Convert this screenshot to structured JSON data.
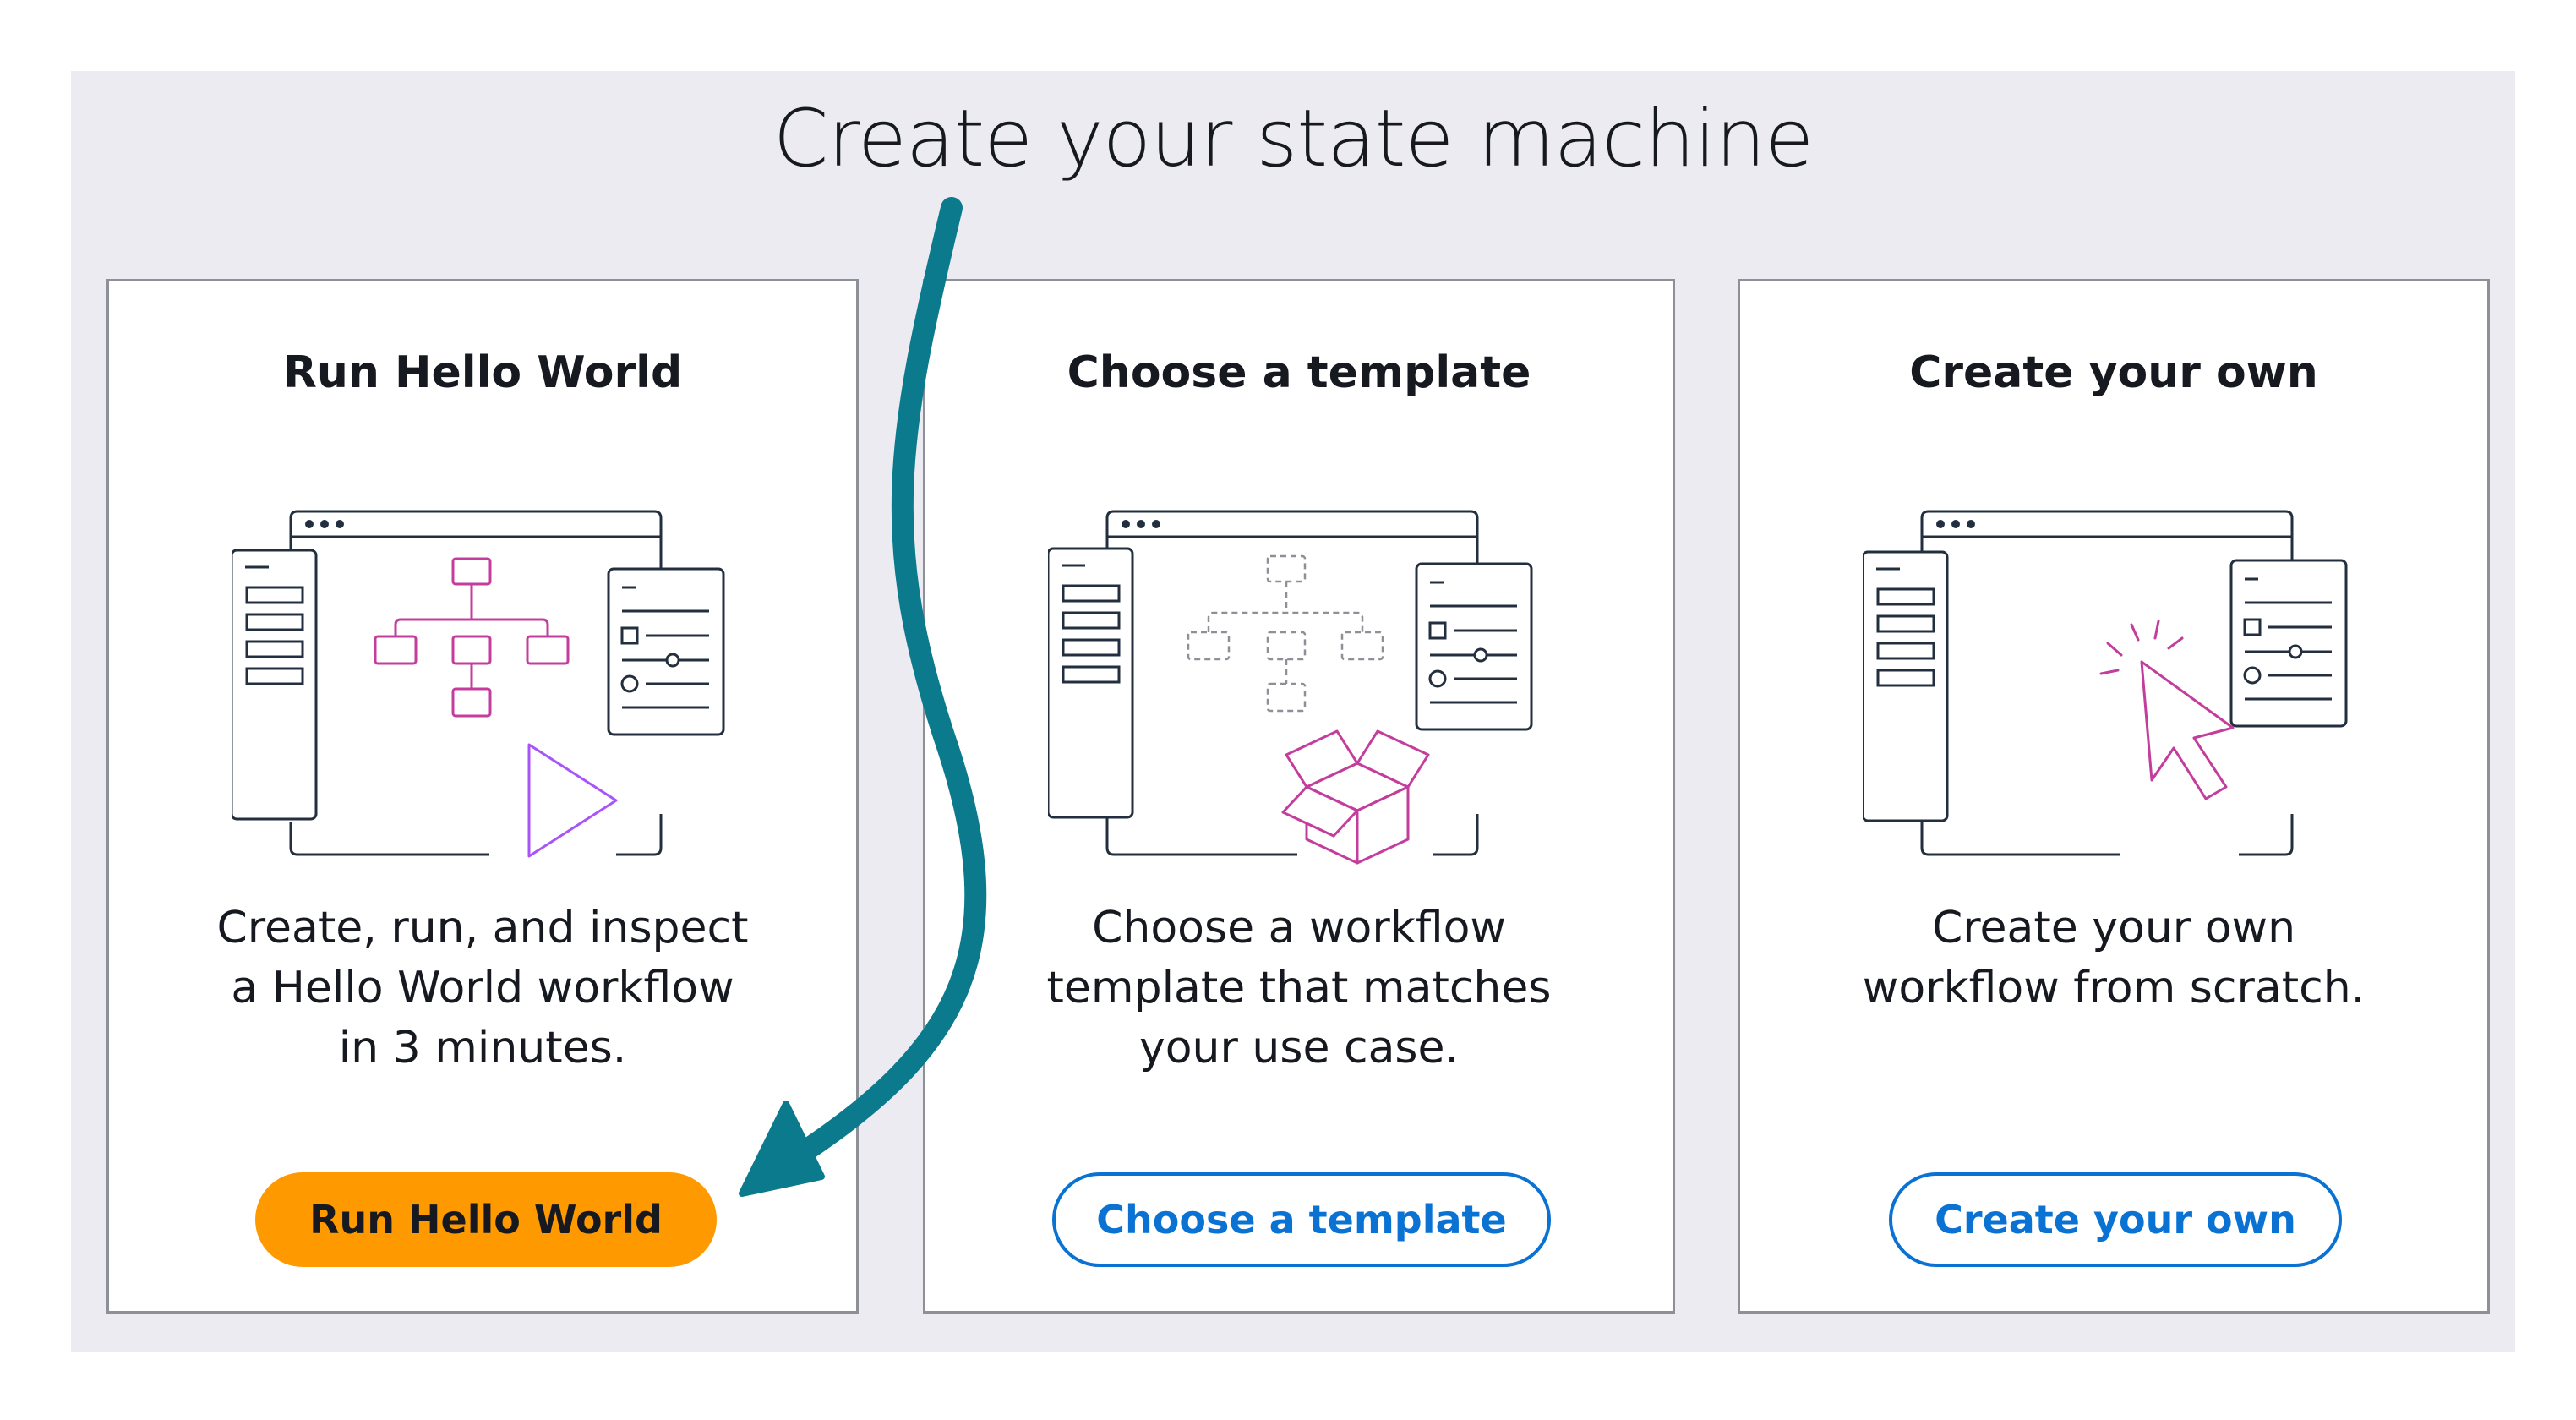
{
  "page_title": "Create your state machine",
  "cards": [
    {
      "title": "Run Hello World",
      "description": [
        "Create, run, and inspect",
        "a Hello World workflow",
        "in 3 minutes."
      ],
      "button_label": "Run Hello World",
      "button_style": "primary",
      "illustration_icon": "workflow-play-illustration"
    },
    {
      "title": "Choose a template",
      "description": [
        "Choose a workflow",
        "template that matches",
        "your use case."
      ],
      "button_label": "Choose a template",
      "button_style": "secondary",
      "illustration_icon": "template-box-illustration"
    },
    {
      "title": "Create your own",
      "description": [
        "Create your own",
        "workflow from scratch."
      ],
      "button_label": "Create your own",
      "button_style": "secondary",
      "illustration_icon": "cursor-click-illustration"
    }
  ],
  "colors": {
    "panel_background": "#ebebf1",
    "primary_button": "#ff9900",
    "secondary_button_text": "#0972d3",
    "accent_magenta": "#c33d9c",
    "accent_purple": "#a855f7",
    "annotation_arrow": "#0b7a8c"
  },
  "annotation": {
    "type": "curved-arrow",
    "points_to": "Run Hello World button"
  }
}
